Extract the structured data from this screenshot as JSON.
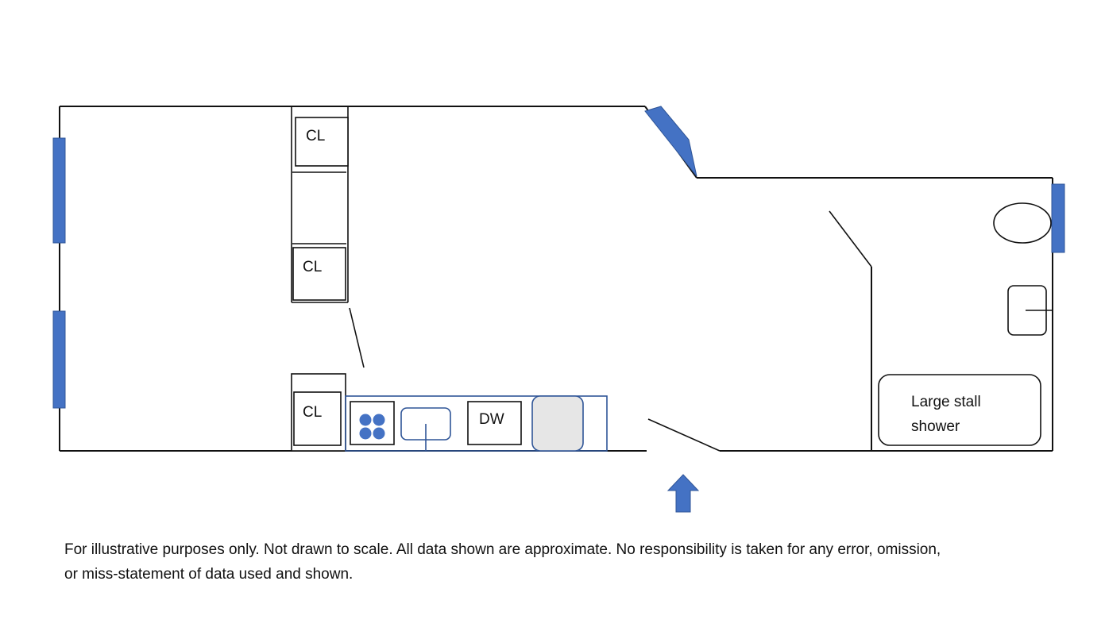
{
  "plan": {
    "labels": {
      "closet_1": "CL",
      "closet_2": "CL",
      "closet_3": "CL",
      "dishwasher": "DW",
      "shower_line1": "Large stall",
      "shower_line2": "shower"
    },
    "colors": {
      "window": "#4472c4",
      "counter": "#2f5597",
      "fridge": "#e6e6e6",
      "wall": "#111111"
    },
    "entry_marker": "up-arrow-icon"
  },
  "disclaimer": {
    "line1": "For illustrative purposes only. Not drawn to scale. All data shown are approximate. No responsibility is taken for any error, omission,",
    "line2": "or miss-statement of data used and shown."
  }
}
